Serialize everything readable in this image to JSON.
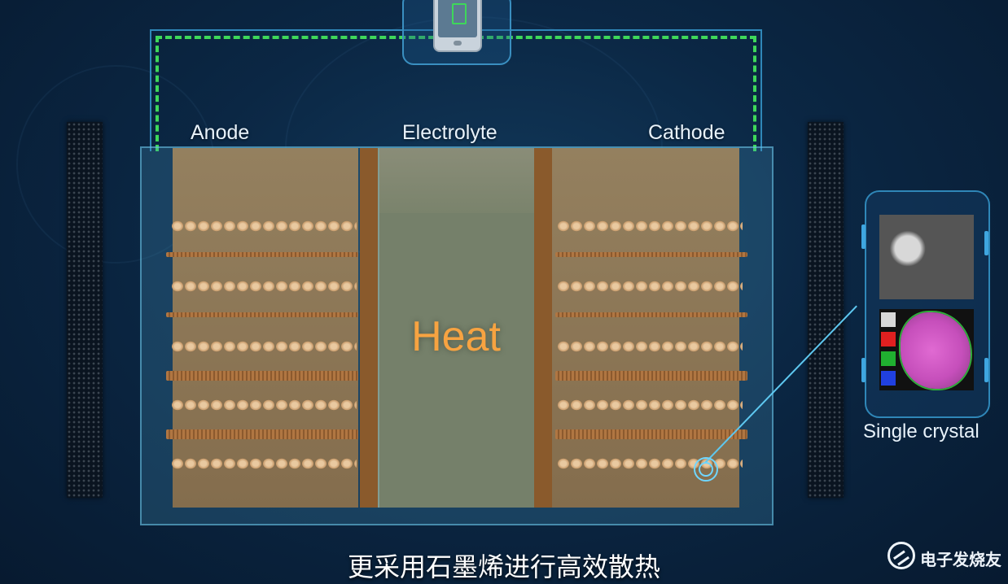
{
  "labels": {
    "anode": "Anode",
    "electrolyte": "Electrolyte",
    "cathode": "Cathode",
    "heat": "Heat",
    "single_crystal": "Single crystal"
  },
  "subtitle": "更采用石墨烯进行高效散热",
  "watermark": "电子发烧友",
  "colors": {
    "background": "#0b2744",
    "wire_accent": "#3ed85a",
    "heat_text": "#f7a341",
    "frame": "#2f87b8"
  }
}
